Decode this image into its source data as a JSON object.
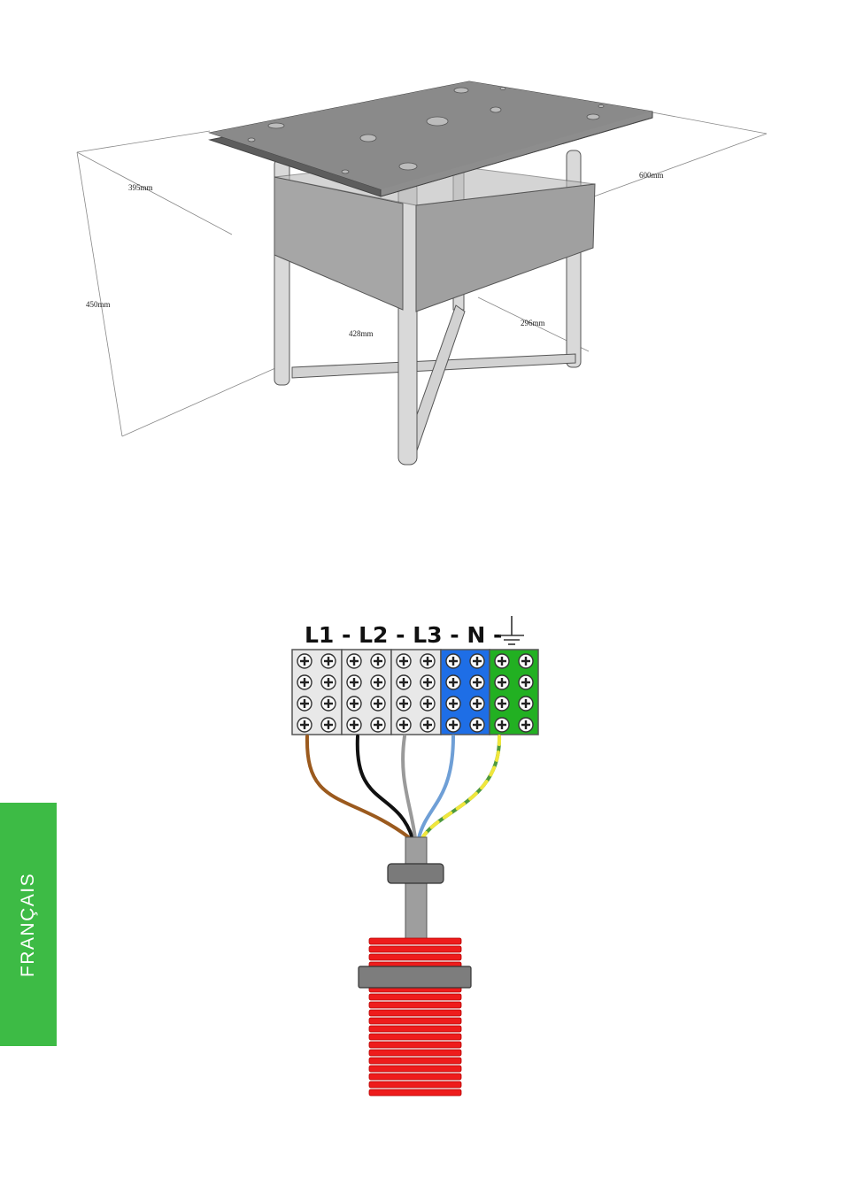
{
  "table_drawing": {
    "dimensions": {
      "top_depth": "395mm",
      "top_width": "600mm",
      "height": "450mm",
      "base_width": "428mm",
      "base_depth": "296mm"
    }
  },
  "wiring_diagram": {
    "terminal_header": "L1 - L2 - L3 - N -",
    "ground_symbol": "earth-ground-icon",
    "terminals": [
      {
        "label": "L1",
        "color": "#e8e8e8",
        "wire_color": "#9b5a1e"
      },
      {
        "label": "L2",
        "color": "#e8e8e8",
        "wire_color": "#111111"
      },
      {
        "label": "L3",
        "color": "#e8e8e8",
        "wire_color": "#9a9a9a"
      },
      {
        "label": "N",
        "color": "#1e6ee6",
        "wire_color": "#6f9fd6"
      },
      {
        "label": "PE",
        "color": "#22b022",
        "wire_color": "#4f9a3c"
      }
    ],
    "cable_sleeve_color": "#ee1c1c"
  },
  "language_tab": {
    "label": "FRANÇAIS",
    "color": "#3dbb45"
  }
}
